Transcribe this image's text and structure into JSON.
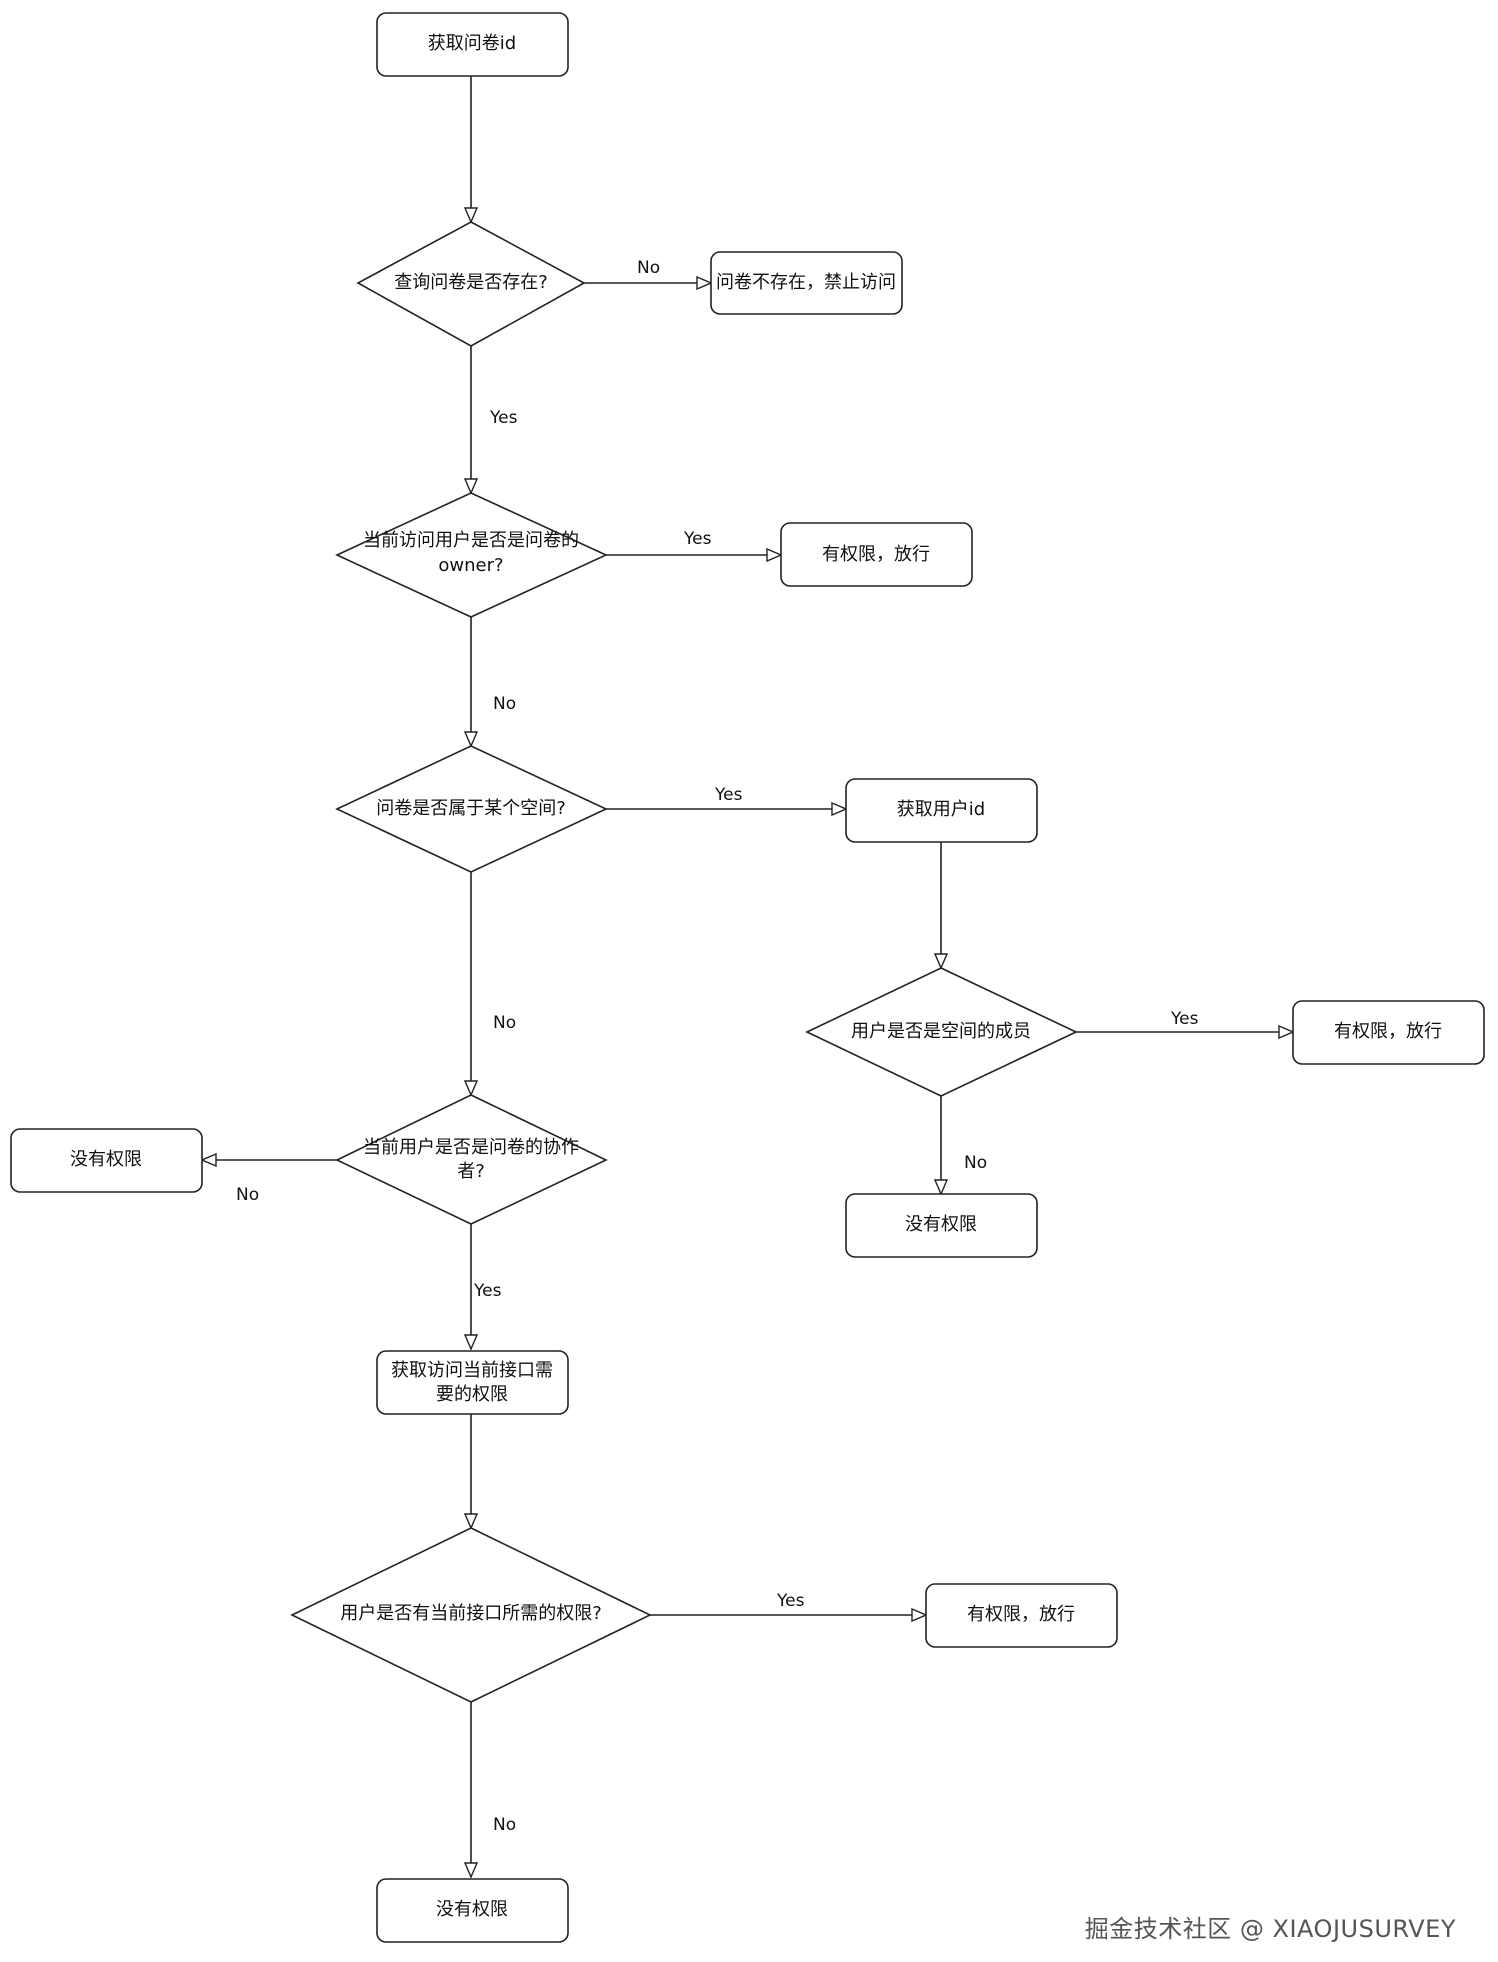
{
  "nodes": {
    "get_survey_id": "获取问卷id",
    "q_exists": "查询问卷是否存在?",
    "not_exist": "问卷不存在，禁止访问",
    "q_owner_line1": "当前访问用户是否是问卷的",
    "q_owner_line2": "owner?",
    "allow_1": "有权限，放行",
    "q_space": "问卷是否属于某个空间?",
    "get_user_id": "获取用户id",
    "q_member": "用户是否是空间的成员",
    "allow_2": "有权限，放行",
    "deny_space": "没有权限",
    "q_collab_line1": "当前用户是否是问卷的协作",
    "q_collab_line2": "者?",
    "deny_collab": "没有权限",
    "get_perm_line1": "获取访问当前接口需",
    "get_perm_line2": "要的权限",
    "q_has_perm": "用户是否有当前接口所需的权限?",
    "allow_3": "有权限，放行",
    "deny_final": "没有权限"
  },
  "edges": {
    "no_exists": "No",
    "yes_exists": "Yes",
    "yes_owner": "Yes",
    "no_owner": "No",
    "yes_space": "Yes",
    "no_space": "No",
    "yes_member": "Yes",
    "no_member": "No",
    "no_collab": "No",
    "yes_collab": "Yes",
    "yes_perm": "Yes",
    "no_perm": "No"
  },
  "watermark": "掘金技术社区 @ XIAOJUSURVEY"
}
